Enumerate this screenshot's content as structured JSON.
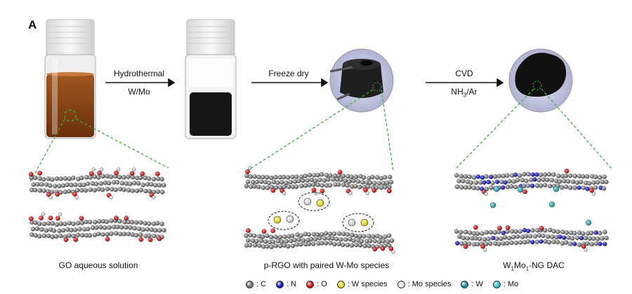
{
  "panel_label": "A",
  "steps": [
    {
      "top": "Hydrothermal",
      "bottom": "W/Mo"
    },
    {
      "top": "Freeze dry",
      "bottom": ""
    },
    {
      "top": "CVD",
      "bottom_main": "NH",
      "bottom_sub": "3",
      "bottom_tail": "/Ar"
    }
  ],
  "captions": {
    "left": "GO aqueous solution",
    "middle": "p-RGO with paired W-Mo species",
    "right_pre": "W",
    "right_sub1": "1",
    "right_mid": "Mo",
    "right_sub2": "1",
    "right_post": "-NG DAC"
  },
  "legend": [
    {
      "label": ": C",
      "color": "#777777",
      "icon": "carbon-atom"
    },
    {
      "label": ": N",
      "color": "#1a1acc",
      "icon": "nitrogen-atom"
    },
    {
      "label": ": O",
      "color": "#dd1111",
      "icon": "oxygen-atom"
    },
    {
      "label": ": W species",
      "color": "#e6e21a",
      "icon": "w-species-atom"
    },
    {
      "label": ": Mo species",
      "color": "#e8e8e8",
      "icon": "mo-species-atom"
    },
    {
      "label": ": W",
      "color": "#1f8fa0",
      "icon": "tungsten-atom"
    },
    {
      "label": ": Mo",
      "color": "#30c4c8",
      "icon": "molybdenum-atom"
    }
  ],
  "colors": {
    "go_liquid": "#8b4513",
    "dashed_green": "#3bb03b",
    "carbon": "#777777",
    "oxygen": "#dd1111",
    "nitrogen": "#1a1acc"
  }
}
